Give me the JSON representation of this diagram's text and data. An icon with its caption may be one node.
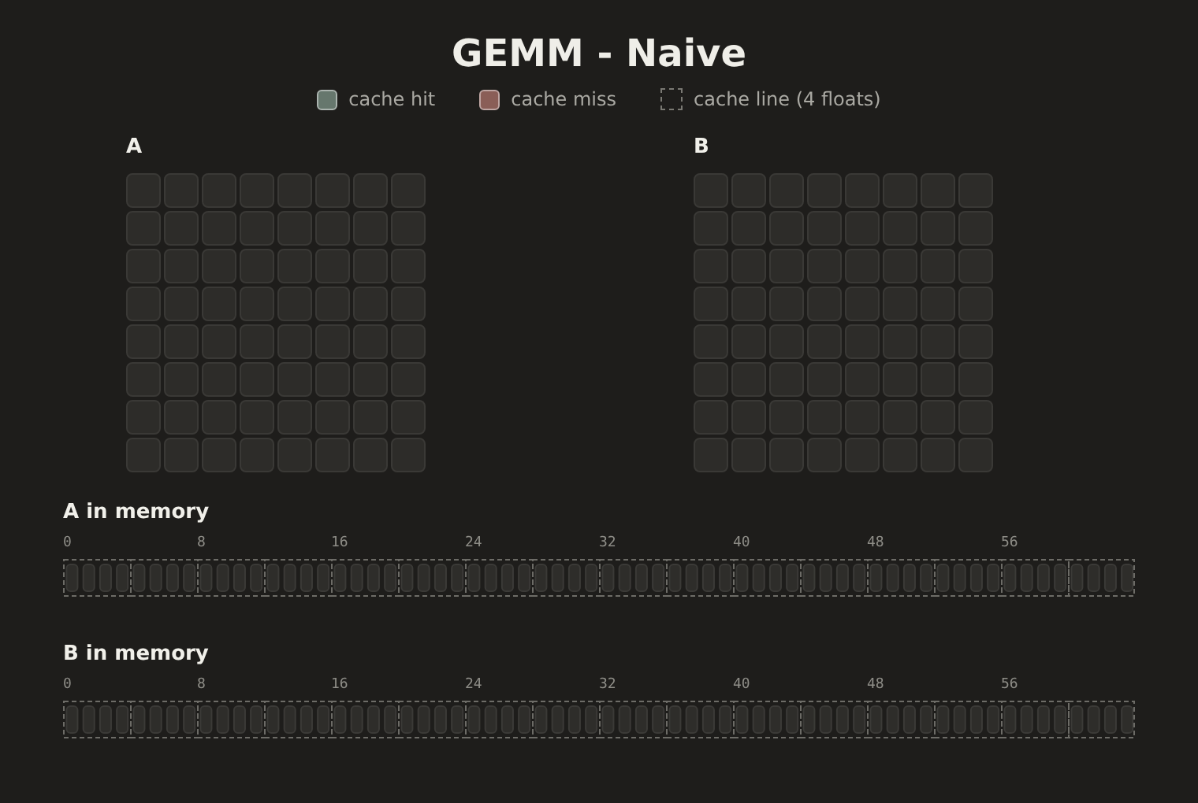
{
  "diagram": {
    "title": "GEMM - Naive",
    "nodes": [
      {
        "text": [
          "A"
        ]
      },
      {
        "text": [
          "B"
        ]
      },
      {
        "text": [
          "A in memory"
        ]
      },
      {
        "text": [
          "B in memory"
        ]
      }
    ],
    "edges": [],
    "labels": [
      "0",
      "8",
      "16",
      "24",
      "32",
      "40",
      "48",
      "56",
      "0",
      "8",
      "16",
      "24",
      "32",
      "40",
      "48",
      "56"
    ],
    "legend": [
      {
        "text": "cache hit",
        "color": "#66776d"
      },
      {
        "text": "cache miss",
        "color": "#8a5e57"
      },
      {
        "text": "cache line (4 floats)"
      }
    ]
  }
}
